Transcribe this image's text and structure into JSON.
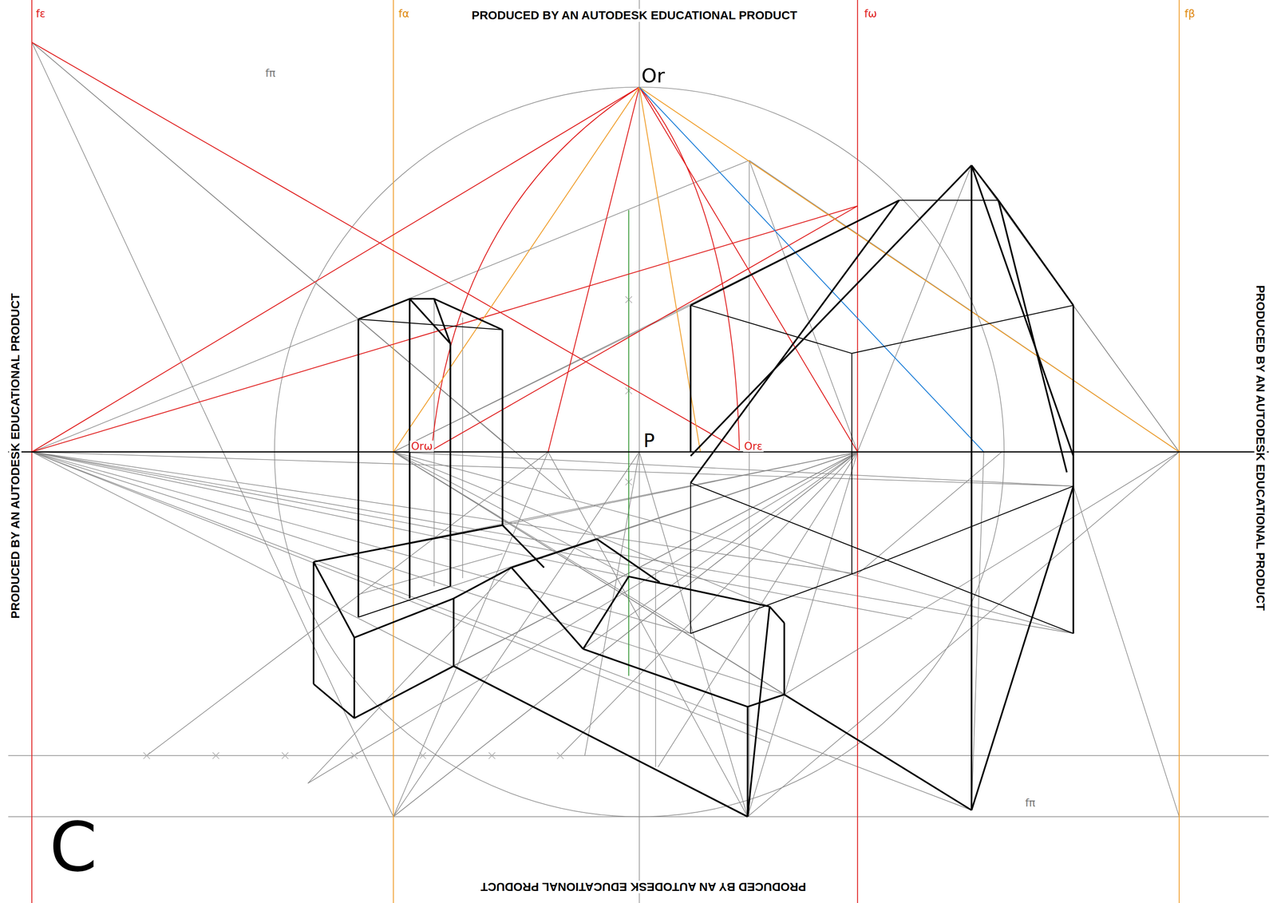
{
  "diagram": {
    "labels": [
      "PRODUCED BY AN AUTODESK EDUCATIONAL PRODUCT",
      "PRODUCED BY AN AUTODESK EDUCATIONAL PRODUCT",
      "PRODUCED BY AN AUTODESK EDUCATIONAL PRODUCT",
      "PRODUCED BY AN AUTODESK EDUCATIONAL PRODUCT",
      "fε",
      "fα",
      "fω",
      "fβ",
      "fπ",
      "fπ",
      "Or",
      "P",
      "Orω",
      "Orε",
      "C"
    ]
  }
}
